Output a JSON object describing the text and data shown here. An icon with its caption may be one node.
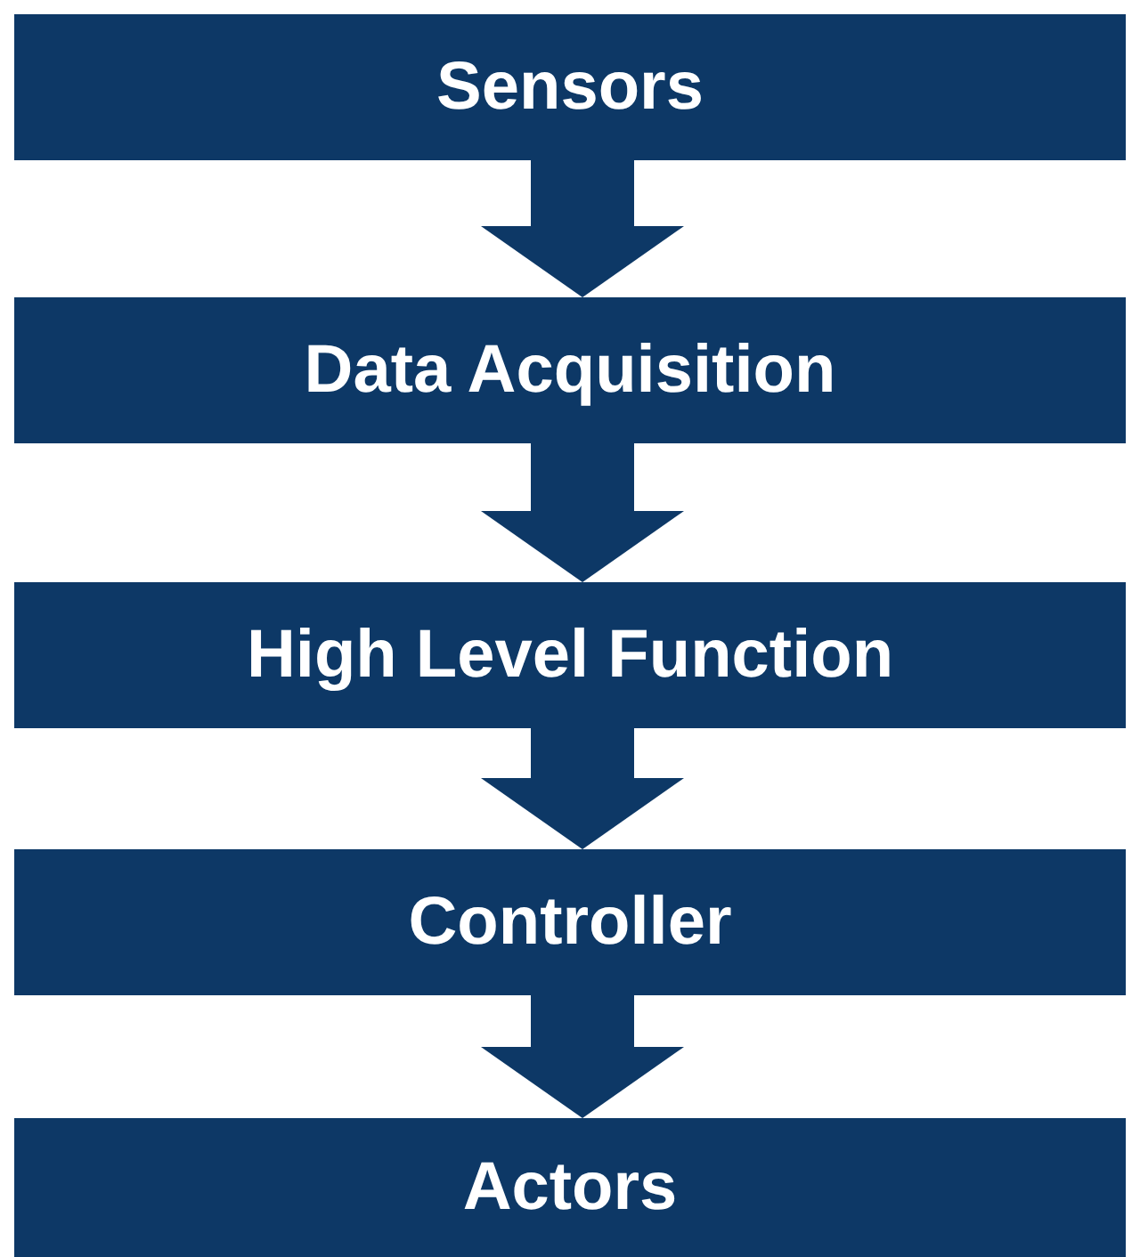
{
  "diagram": {
    "nodes": [
      {
        "text": [
          "Sensors"
        ]
      },
      {
        "text": [
          "Data Acquisition"
        ]
      },
      {
        "text": [
          "High Level Function"
        ]
      },
      {
        "text": [
          "Controller"
        ]
      },
      {
        "text": [
          "Actors"
        ]
      }
    ],
    "edges": [
      {
        "from": 0,
        "to": 1,
        "arrow": "to"
      },
      {
        "from": 1,
        "to": 2,
        "arrow": "to"
      },
      {
        "from": 2,
        "to": 3,
        "arrow": "to"
      },
      {
        "from": 3,
        "to": 4,
        "arrow": "to"
      }
    ]
  }
}
